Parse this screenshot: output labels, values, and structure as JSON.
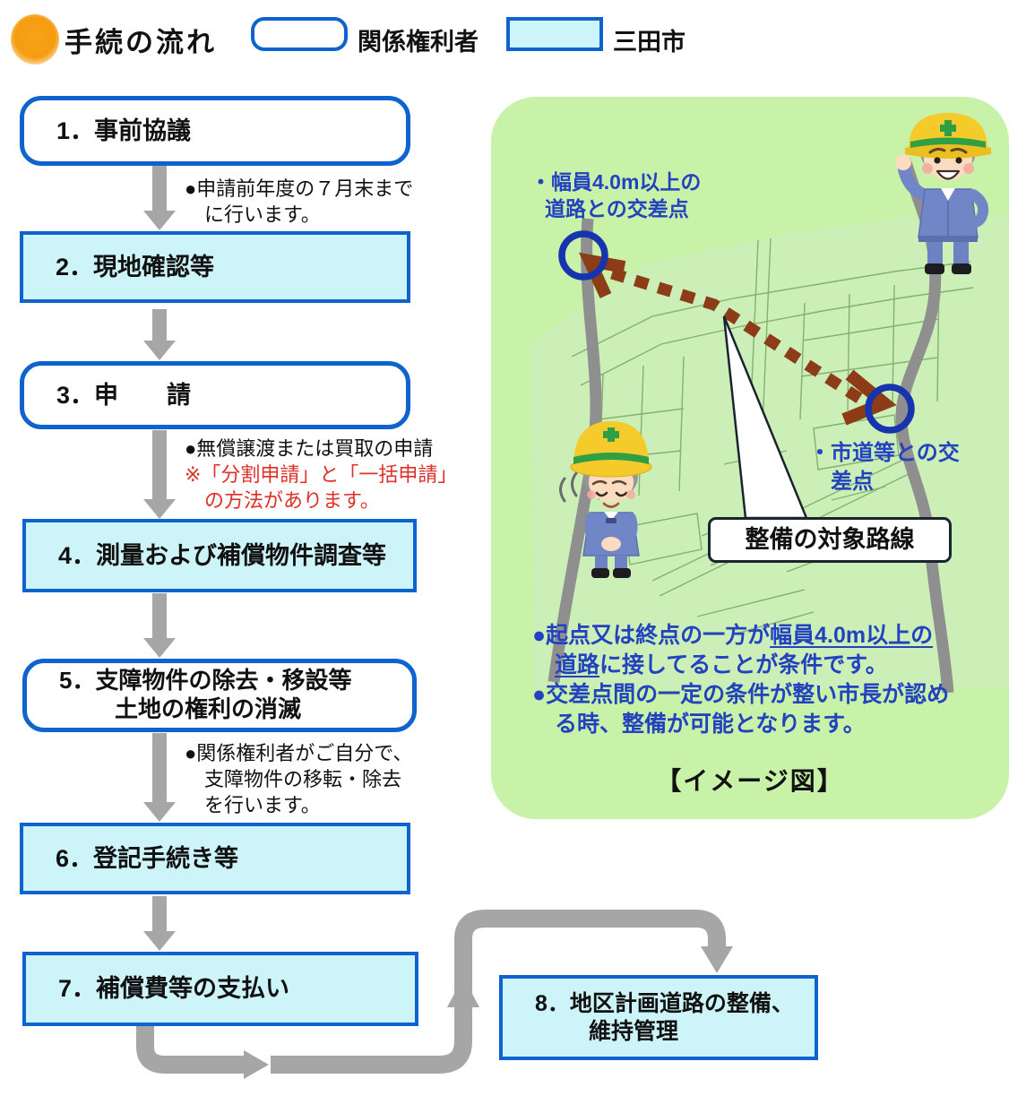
{
  "header": {
    "title": "手続の流れ",
    "legend_white_label": "関係権利者",
    "legend_cyan_label": "三田市"
  },
  "flow": {
    "step1": "1．事前協議",
    "step2": "2．現地確認等",
    "step3": "3．申　　請",
    "step4": "4．測量および補償物件調査等",
    "step5_line1": "5．支障物件の除去・移設等",
    "step5_line2": "土地の権利の消滅",
    "step6": "6．登記手続き等",
    "step7": "7．補償費等の支払い",
    "step8_line1": "8．地区計画道路の整備、",
    "step8_line2": "維持管理",
    "note1_line1": "●申請前年度の７月末まで",
    "note1_line2": "に行います。",
    "note2_line1": "●無償譲渡または買取の申請",
    "note2_line2": "※「分割申請」と「一括申請」",
    "note2_line3": "の方法があります。",
    "note3_line1": "●関係権利者がご自分で、",
    "note3_line2": "支障物件の移転・除去",
    "note3_line3": "を行います。"
  },
  "panel": {
    "label_top_line1": "・幅員4.0m以上の",
    "label_top_line2": "道路との交差点",
    "label_right_line1": "・市道等との交",
    "label_right_line2": "差点",
    "callout": "整備の対象路線",
    "bullet1_pre": "●起点又は終点の一方が",
    "bullet1_underline": "幅員4.0m以上の",
    "bullet2_underline": "道路",
    "bullet2_post": "に接してることが条件です。",
    "bullet3_line1": "●交差点間の一定の条件が整い市長が認め",
    "bullet3_line2": "る時、整備が可能となります。",
    "caption": "【イメージ図】"
  },
  "colors": {
    "box_border_blue": "#0e63cf",
    "cyan_fill": "#cdf4f9",
    "panel_green": "#c9f2a9",
    "arrow_gray": "#a6a6a6",
    "route_brown": "#8d3c17",
    "note_red": "#de2f28",
    "panel_text_blue": "#2342c0",
    "circle_blue": "#1634ae",
    "road_gray": "#8f8f8f",
    "helmet_yellow": "#f4cb2b",
    "uniform_blue": "#7186c6",
    "orange_dot": "#f59c0e"
  }
}
